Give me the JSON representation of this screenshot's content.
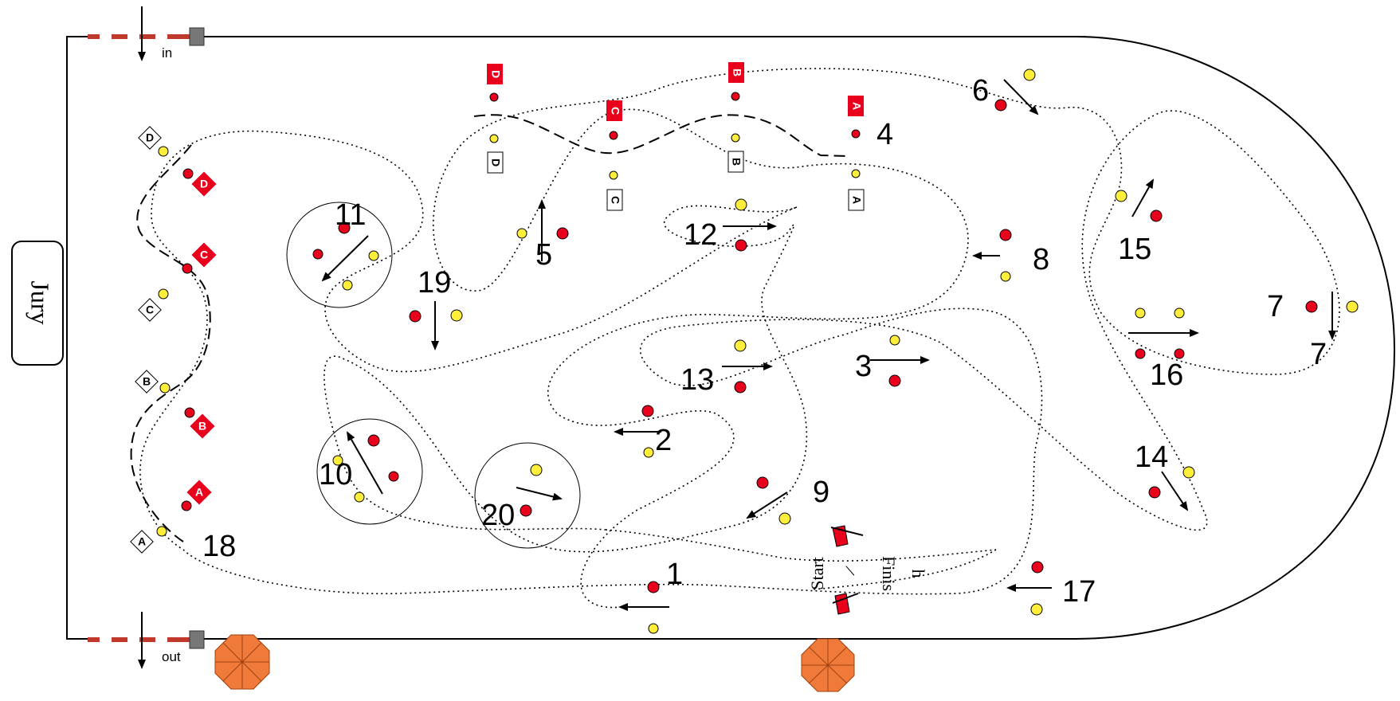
{
  "arena": {
    "jury_label": "Jury",
    "in_label": "in",
    "out_label": "out",
    "start_label": "Start",
    "slash_label": "/",
    "finish_label_1": "Finis",
    "finish_label_2": "h"
  },
  "colors": {
    "marker_red": "#e8001c",
    "marker_yellow": "#ffef3a",
    "umbrella": "#f07a3a",
    "line": "#000000"
  },
  "figures": [
    "1",
    "2",
    "3",
    "4",
    "5",
    "6",
    "7",
    "7",
    "8",
    "9",
    "10",
    "11",
    "12",
    "13",
    "14",
    "15",
    "16",
    "17",
    "18",
    "19",
    "20"
  ],
  "letters": {
    "long_side_red": [
      "D",
      "C",
      "B",
      "A"
    ],
    "long_side_white": [
      "D",
      "C",
      "B",
      "A"
    ],
    "short_side_red": [
      "D",
      "C",
      "B",
      "A"
    ],
    "short_side_white": [
      "D",
      "C",
      "B",
      "A"
    ]
  },
  "icons": [
    "entry-gate-icon",
    "exit-gate-icon",
    "umbrella-icon",
    "start-flag-icon",
    "finish-flag-icon"
  ]
}
